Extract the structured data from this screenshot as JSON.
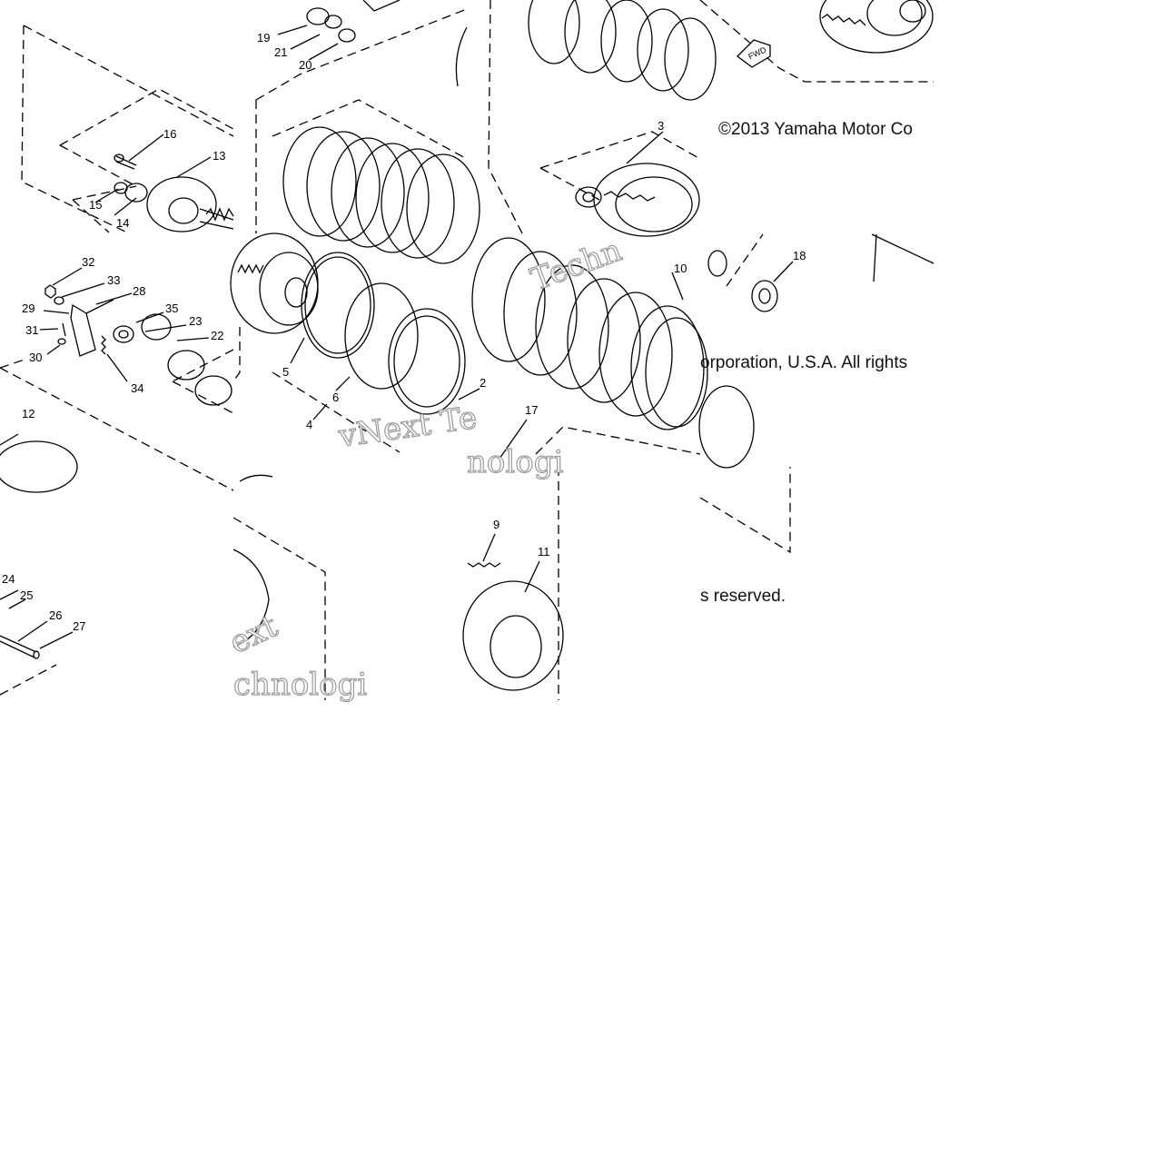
{
  "copyright": {
    "line1": "©2013 Yamaha Motor Co",
    "line2": "orporation, U.S.A. All rights",
    "line3": "s reserved."
  },
  "watermark": {
    "fragment_a": "vNext Te",
    "fragment_b": "Techn",
    "fragment_c": "ext",
    "fragment_d": "chnologi",
    "fragment_e": "nologi"
  },
  "fwd_label": "FWD",
  "callouts": {
    "c19": "19",
    "c21": "21",
    "c20": "20",
    "c16": "16",
    "c13": "13",
    "c15": "15",
    "c14": "14",
    "c32": "32",
    "c33": "33",
    "c28": "28",
    "c29": "29",
    "c35": "35",
    "c23": "23",
    "c31": "31",
    "c22": "22",
    "c30": "30",
    "c34": "34",
    "c12": "12",
    "c5": "5",
    "c6": "6",
    "c4": "4",
    "c2": "2",
    "c17": "17",
    "c3": "3",
    "c10": "10",
    "c18": "18",
    "c9": "9",
    "c11": "11",
    "c24": "24",
    "c25": "25",
    "c26": "26",
    "c27": "27"
  },
  "colors": {
    "ink": "#000000",
    "watermark_outline": "#9a9a9a",
    "background": "#ffffff"
  }
}
